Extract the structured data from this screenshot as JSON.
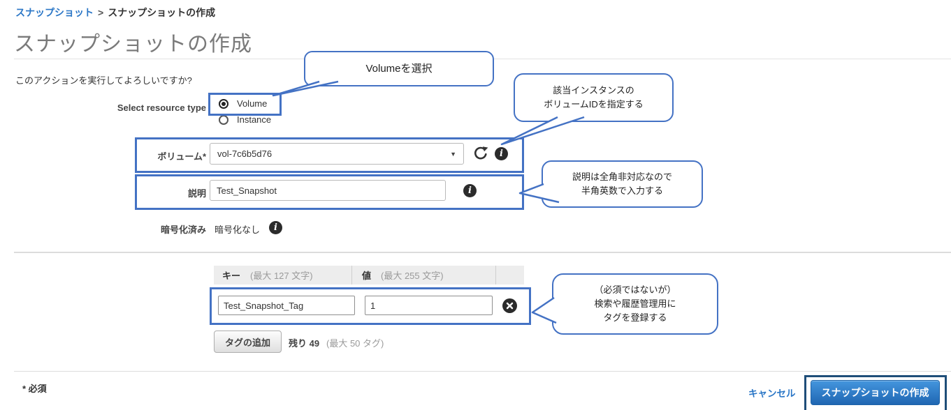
{
  "breadcrumb": {
    "link": "スナップショット",
    "separator": ">",
    "current": "スナップショットの作成"
  },
  "title": "スナップショットの作成",
  "question": "このアクションを実行してよろしいですか?",
  "resource_type": {
    "label": "Select resource type",
    "volume": "Volume",
    "instance": "Instance"
  },
  "volume_row": {
    "label": "ボリューム*",
    "value": "vol-7c6b5d76",
    "caret": "▼"
  },
  "description_row": {
    "label": "説明",
    "value": "Test_Snapshot"
  },
  "encryption_row": {
    "label": "暗号化済み",
    "value": "暗号化なし"
  },
  "info_glyph": "i",
  "tag_table": {
    "key_header": "キー",
    "key_hint": "(最大 127 文字)",
    "value_header": "値",
    "value_hint": "(最大 255 文字)",
    "key_value": "Test_Snapshot_Tag",
    "value_value": "1",
    "add_button": "タグの追加",
    "remaining": "残り 49",
    "max_hint": "(最大 50 タグ)"
  },
  "footer": {
    "required": "* 必須",
    "cancel": "キャンセル",
    "create": "スナップショットの作成"
  },
  "callouts": {
    "c1": {
      "line1": "Volumeを選択"
    },
    "c2": {
      "line1": "該当インスタンスの",
      "line2": "ボリュームIDを指定する"
    },
    "c3": {
      "line1": "説明は全角非対応なので",
      "line2": "半角英数で入力する"
    },
    "c4": {
      "line1": "（必須ではないが）",
      "line2": "検索や履歴管理用に",
      "line3": "タグを登録する"
    }
  },
  "colors": {
    "annotation_blue": "#4472c4",
    "annotation_dark": "#1f4e79",
    "link_blue": "#2a76c6",
    "button_blue": "#2e77c5",
    "title_gray": "#7a7a7a",
    "header_bg": "#ededed"
  }
}
